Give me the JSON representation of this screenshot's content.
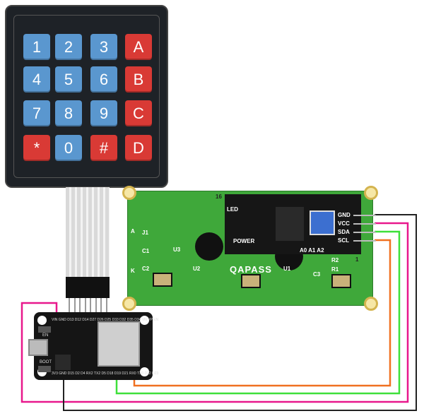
{
  "keypad": {
    "keys": [
      [
        "1",
        "2",
        "3",
        "A"
      ],
      [
        "4",
        "5",
        "6",
        "B"
      ],
      [
        "7",
        "8",
        "9",
        "C"
      ],
      [
        "*",
        "0",
        "#",
        "D"
      ]
    ]
  },
  "lcd": {
    "brand": "QAPASS",
    "labels": {
      "u1": "U1",
      "u2": "U2",
      "u3": "U3",
      "c1": "C1",
      "c2": "C2",
      "c3": "C3",
      "r1": "R1",
      "r2": "R2",
      "j1": "J1",
      "a": "A",
      "k": "K",
      "p16": "16",
      "p1": "1"
    }
  },
  "i2c": {
    "led": "LED",
    "power": "POWER",
    "addr": "A0 A1 A2",
    "pins": [
      "GND",
      "VCC",
      "SDA",
      "SCL"
    ]
  },
  "esp32": {
    "boot": "BOOT",
    "en": "EN",
    "top_pins": "VIN GND D13 D12 D14 D27 D26 D25 D33 D32 D35 D34 VN VP EN",
    "bottom_pins": "3V3 GND D15 D2 D4 RX2 TX2 D5 D18 D19 D21 RX0 TX0 D22 D23"
  },
  "wires": {
    "vcc": "#e8188c",
    "gnd": "#222222",
    "sda": "#3ee03a",
    "scl": "#f07020"
  }
}
